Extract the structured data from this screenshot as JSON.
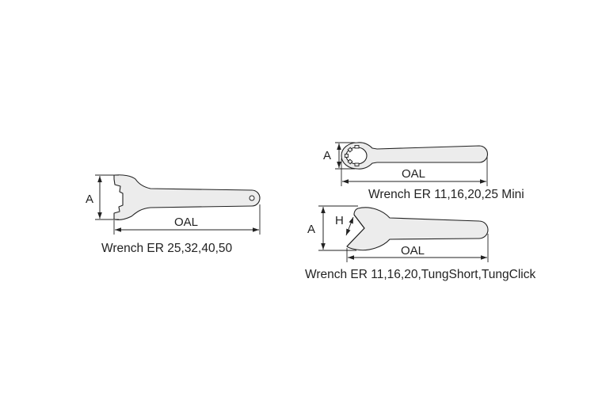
{
  "colors": {
    "fill": "#ececec",
    "stroke": "#222222",
    "background": "#ffffff"
  },
  "wrenches": [
    {
      "caption": "Wrench ER 25,32,40,50",
      "dims": {
        "a": "A",
        "oal": "OAL"
      }
    },
    {
      "caption": "Wrench ER 11,16,20,25 Mini",
      "dims": {
        "a": "A",
        "oal": "OAL"
      }
    },
    {
      "caption": "Wrench ER 11,16,20,TungShort,TungClick",
      "dims": {
        "a": "A",
        "h": "H",
        "oal": "OAL"
      }
    }
  ]
}
